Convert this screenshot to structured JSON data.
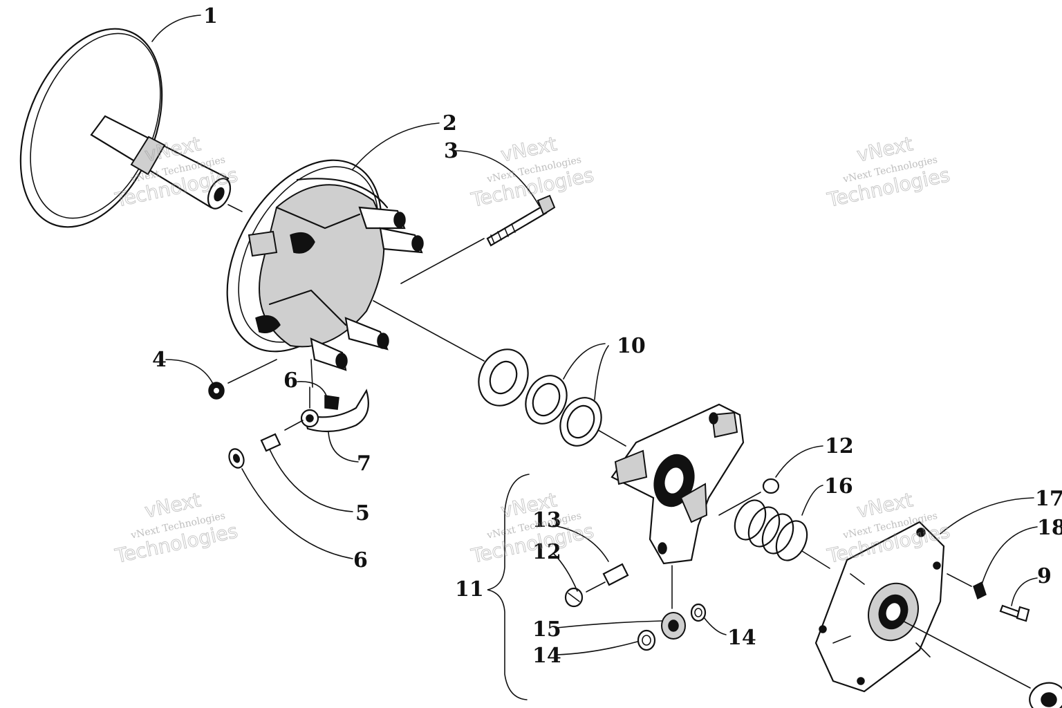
{
  "callouts": [
    "1",
    "2",
    "3",
    "4",
    "5",
    "6",
    "6",
    "7",
    "9",
    "10",
    "11",
    "12",
    "12",
    "13",
    "14",
    "14",
    "15",
    "16",
    "17",
    "18"
  ],
  "watermark": {
    "line_top": "vNext",
    "line_mid": "vNext Technologies",
    "line_big": "Technologies"
  }
}
